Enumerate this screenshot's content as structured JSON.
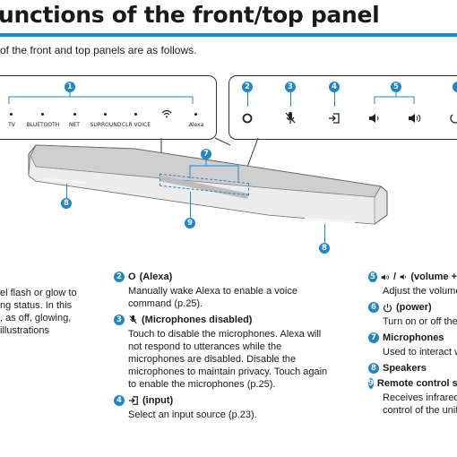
{
  "page": {
    "title": "unctions of the front/top panel",
    "intro": "of the front and top panels are as follows."
  },
  "panel": {
    "callout_1": "1",
    "indicators": [
      "TV",
      "BLUETOOTH",
      "NET",
      "SURROUND",
      "CLR VOICE",
      "",
      "Alexa"
    ],
    "callouts_top": [
      "2",
      "3",
      "4",
      "5"
    ],
    "callout_7": "7",
    "callout_8": "8",
    "callout_9": "9"
  },
  "left_col": {
    "lines": [
      "el flash or glow to",
      "ng status. In this",
      ", as off, glowing,",
      "illustrations"
    ]
  },
  "mid_col": {
    "item2": {
      "num": "2",
      "symbol": "O",
      "title": "(Alexa)",
      "desc": [
        "Manually wake Alexa to enable a voice",
        "command (p.25)."
      ]
    },
    "item3": {
      "num": "3",
      "title": "(Microphones disabled)",
      "desc": [
        "Touch to disable the microphones. Alexa will",
        "not respond to utterances while the",
        "microphones are disabled. Disable the",
        "microphones to maintain privacy. Touch again",
        "to enable the microphones (p.25)."
      ]
    },
    "item4": {
      "num": "4",
      "title": "(input)",
      "desc": [
        "Select an input source (p.23)."
      ]
    }
  },
  "right_col": {
    "item5": {
      "num": "5",
      "title": "(volume +",
      "desc": "Adjust the volume"
    },
    "item6": {
      "num": "6",
      "title": "(power)",
      "desc": "Turn on or off the"
    },
    "item7": {
      "num": "7",
      "title": "Microphones",
      "desc": "Used to interact w"
    },
    "item8": {
      "num": "8",
      "title": "Speakers"
    },
    "item9": {
      "num": "9",
      "title": "Remote control s",
      "desc": [
        "Receives infrared",
        "control of the unit"
      ]
    }
  }
}
